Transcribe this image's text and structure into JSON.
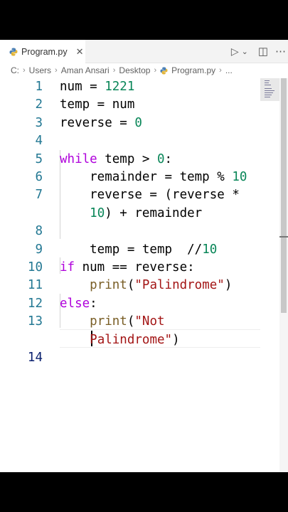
{
  "tab": {
    "label": "Program.py",
    "close": "✕"
  },
  "actions": {
    "run": "▷",
    "run_menu": "⌄",
    "split": "◫",
    "more": "⋯"
  },
  "breadcrumb": [
    "C:",
    "Users",
    "Aman Ansari",
    "Desktop",
    "Program.py",
    "..."
  ],
  "lines": [
    {
      "n": "1",
      "parts": [
        [
          "t",
          "num = "
        ],
        [
          "num",
          "1221"
        ]
      ]
    },
    {
      "n": "2",
      "parts": [
        [
          "t",
          "temp = num"
        ]
      ]
    },
    {
      "n": "3",
      "parts": [
        [
          "t",
          "reverse = "
        ],
        [
          "num",
          "0"
        ]
      ]
    },
    {
      "n": "4",
      "parts": []
    },
    {
      "n": "5",
      "parts": [
        [
          "kw",
          "while"
        ],
        [
          "t",
          " temp > "
        ],
        [
          "num",
          "0"
        ],
        [
          "t",
          ":"
        ]
      ]
    },
    {
      "n": "6",
      "parts": [
        [
          "t",
          "    remainder = temp % "
        ],
        [
          "num",
          "10"
        ]
      ]
    },
    {
      "n": "7",
      "parts": [
        [
          "t",
          "    reverse = (reverse *"
        ]
      ]
    },
    {
      "n": "",
      "parts": [
        [
          "t",
          "    "
        ],
        [
          "num",
          "10"
        ],
        [
          "t",
          ") + remainder"
        ]
      ]
    },
    {
      "n": "8",
      "parts": []
    },
    {
      "n": "9",
      "parts": [
        [
          "t",
          "    temp = temp  //"
        ],
        [
          "num",
          "10"
        ]
      ]
    },
    {
      "n": "10",
      "parts": [
        [
          "kw",
          "if"
        ],
        [
          "t",
          " num == reverse:"
        ]
      ]
    },
    {
      "n": "11",
      "parts": [
        [
          "t",
          "    "
        ],
        [
          "fn",
          "print"
        ],
        [
          "t",
          "("
        ],
        [
          "str",
          "\"Palindrome\""
        ],
        [
          "t",
          ")"
        ]
      ]
    },
    {
      "n": "12",
      "parts": [
        [
          "kw",
          "else"
        ],
        [
          "t",
          ":"
        ]
      ]
    },
    {
      "n": "13",
      "parts": [
        [
          "t",
          "    "
        ],
        [
          "fn",
          "print"
        ],
        [
          "t",
          "("
        ],
        [
          "str",
          "\"Not"
        ]
      ]
    },
    {
      "n": "",
      "parts": [
        [
          "t",
          "    "
        ],
        [
          "str",
          "Palindrome\""
        ],
        [
          "t",
          ")"
        ]
      ]
    },
    {
      "n": "14",
      "parts": []
    }
  ],
  "colors": {
    "keyword": "#af00db",
    "number": "#098658",
    "string": "#a31515",
    "function": "#795e26",
    "line_number": "#237893"
  }
}
